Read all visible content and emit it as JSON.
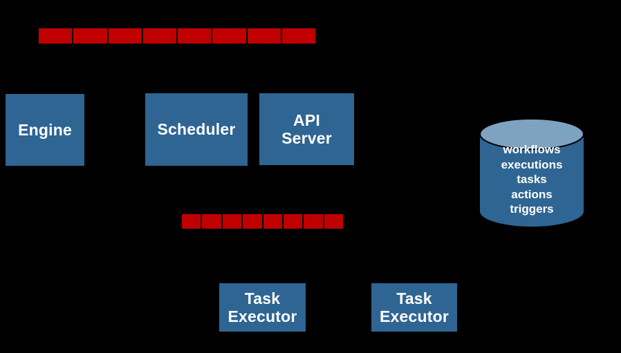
{
  "diagram": {
    "background_color": "#000000",
    "accent_blue": "#2e6593",
    "accent_blue_light": "#7da3c0",
    "accent_red": "#c00000",
    "queues": [
      {
        "name": "top-message-queue",
        "segment_count": 8
      },
      {
        "name": "middle-message-queue",
        "segment_count": 8
      }
    ],
    "nodes": {
      "engine": "Engine",
      "scheduler": "Scheduler",
      "api_server": "API\nServer",
      "task_executor_1": "Task\nExecutor",
      "task_executor_2": "Task\nExecutor"
    },
    "database": {
      "name": "datastore-cylinder",
      "tables": [
        "workflows",
        "executions",
        "tasks",
        "actions",
        "triggers"
      ],
      "label": "workflows\nexecutions\ntasks\nactions\ntriggers"
    }
  }
}
